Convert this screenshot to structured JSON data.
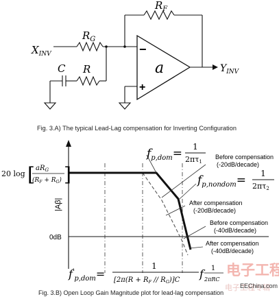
{
  "circuit": {
    "rf_label_main": "R",
    "rf_label_sub": "F",
    "rg_label_main": "R",
    "rg_label_sub": "G",
    "xinv_main": "X",
    "xinv_sub": "INV",
    "c_label": "C",
    "r_label": "R",
    "opamp_gain": "a",
    "minus": "−",
    "plus": "+",
    "yinv_main": "Y",
    "yinv_sub": "INV"
  },
  "caption_a": "Fig. 3.A) The typical Lead-Lag compensation for Inverting Configuration",
  "bode": {
    "ylabel_left_prefix": "20 log",
    "ylabel_num_a": "a",
    "ylabel_num_r": "R",
    "ylabel_num_sub": "G",
    "ylabel_den": "(R",
    "ylabel_den_f": "F",
    "ylabel_den_plus": " + R",
    "ylabel_den_g": "G",
    "ylabel_den_close": ")",
    "abeta": "|Aβ|",
    "zero_db": "0dB",
    "fpdom_f": "f",
    "fpdom_sub": "p,dom",
    "fpdom_eq": "=",
    "fpdom_num": "1",
    "fpdom_den": "2πτ",
    "fpdom_den_sub": "1",
    "fpnondom_f": "f",
    "fpnondom_sub": "p,nondom",
    "fpnondom_eq": "=",
    "fpnondom_num": "1",
    "fpnondom_den": "2πτ",
    "fpnondom_den_sub": "2",
    "before1_line1": "Before compensation",
    "before1_line2": "(-20dB/decade)",
    "after1_line1": "After compensation",
    "after1_line2": "(-20dB/decade)",
    "before2_line1": "Before compensation",
    "before2_line2": "(-40dB/decade)",
    "after2_line1": "After compensation",
    "after2_line2": "(-40dB/decade)",
    "fpdom2_f": "f",
    "fpdom2_prime": "'",
    "fpdom2_sub": "p,dom",
    "fpdom2_eq": "=",
    "fpdom2_num": "1",
    "fpdom2_den": "[2π(R + R",
    "fpdom2_den_f": "F",
    "fpdom2_den_mid": " // R",
    "fpdom2_den_g": "G",
    "fpdom2_den_close": ")]C",
    "f2_f": "f",
    "f2_num": "1",
    "f2_den": "2πRC"
  },
  "caption_b": "Fig. 3.B) Open Loop Gain Magnitude plot for lead-lag compensation",
  "watermark_cn": "电子工程专辑",
  "watermark_site": "EEChina.com"
}
